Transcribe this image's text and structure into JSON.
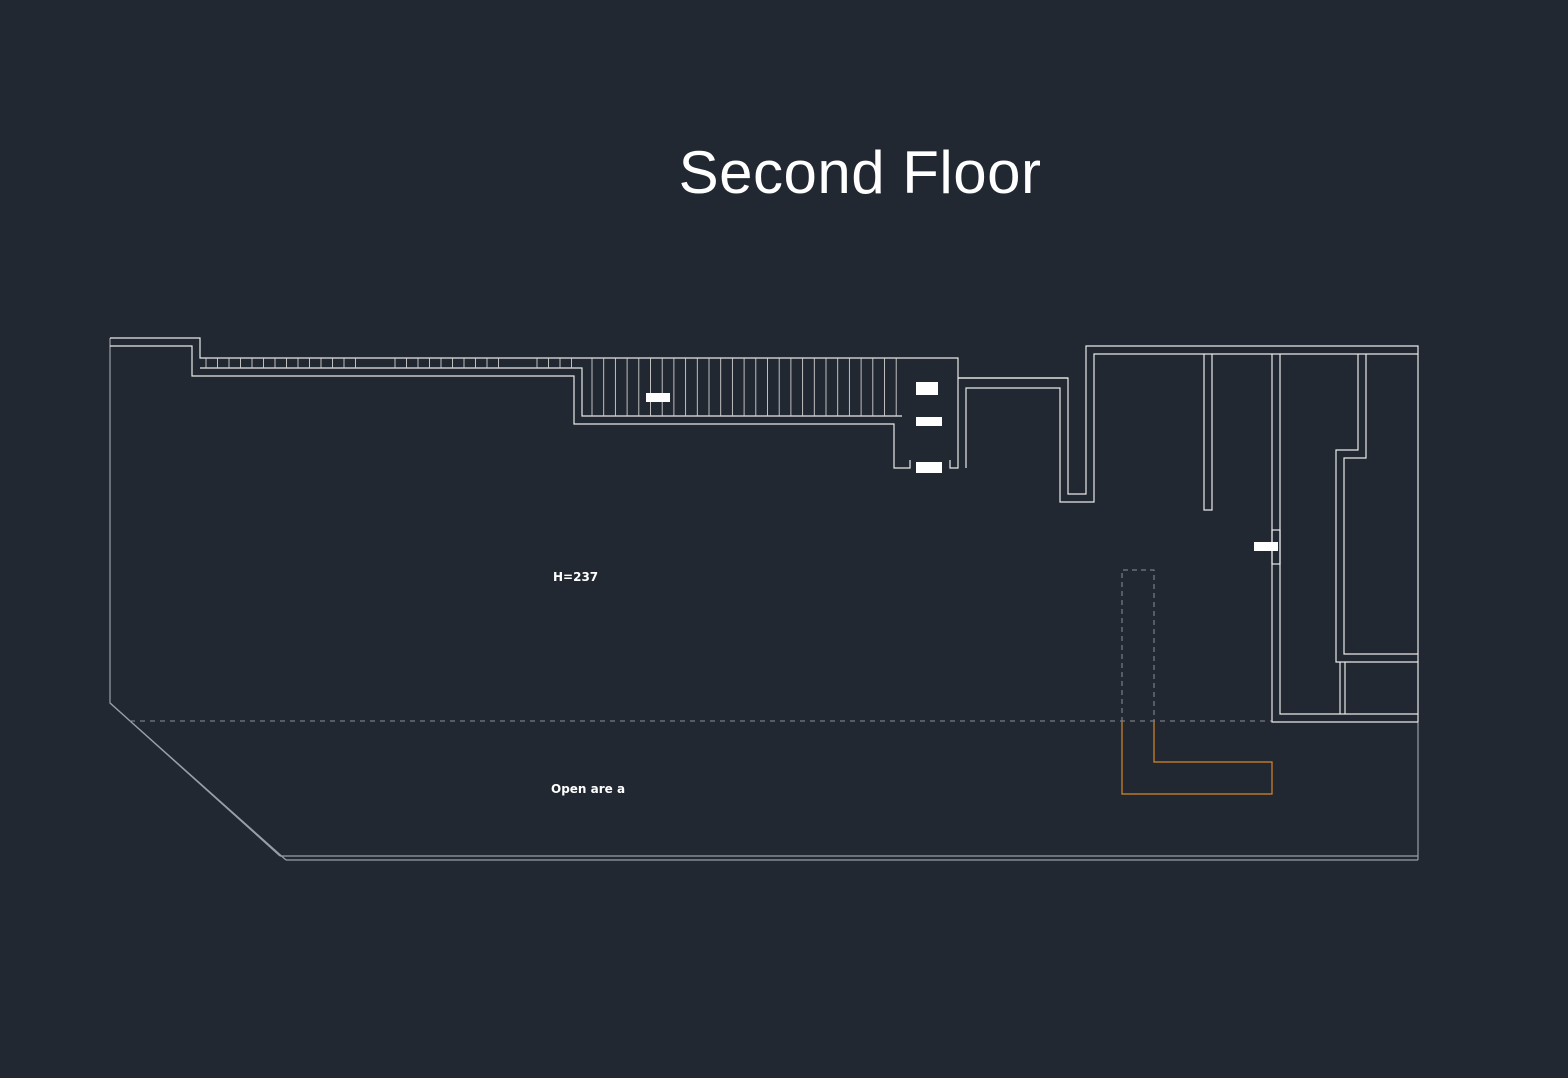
{
  "drawing": {
    "title": "Second Floor",
    "labels": {
      "height": "H=237",
      "open_area": "Open are a"
    },
    "colors": {
      "background": "#222831",
      "wall": "#ffffff",
      "outline": "#9a9ea6",
      "hidden_line": "#8a8e96",
      "highlight": "#d9862a"
    }
  }
}
